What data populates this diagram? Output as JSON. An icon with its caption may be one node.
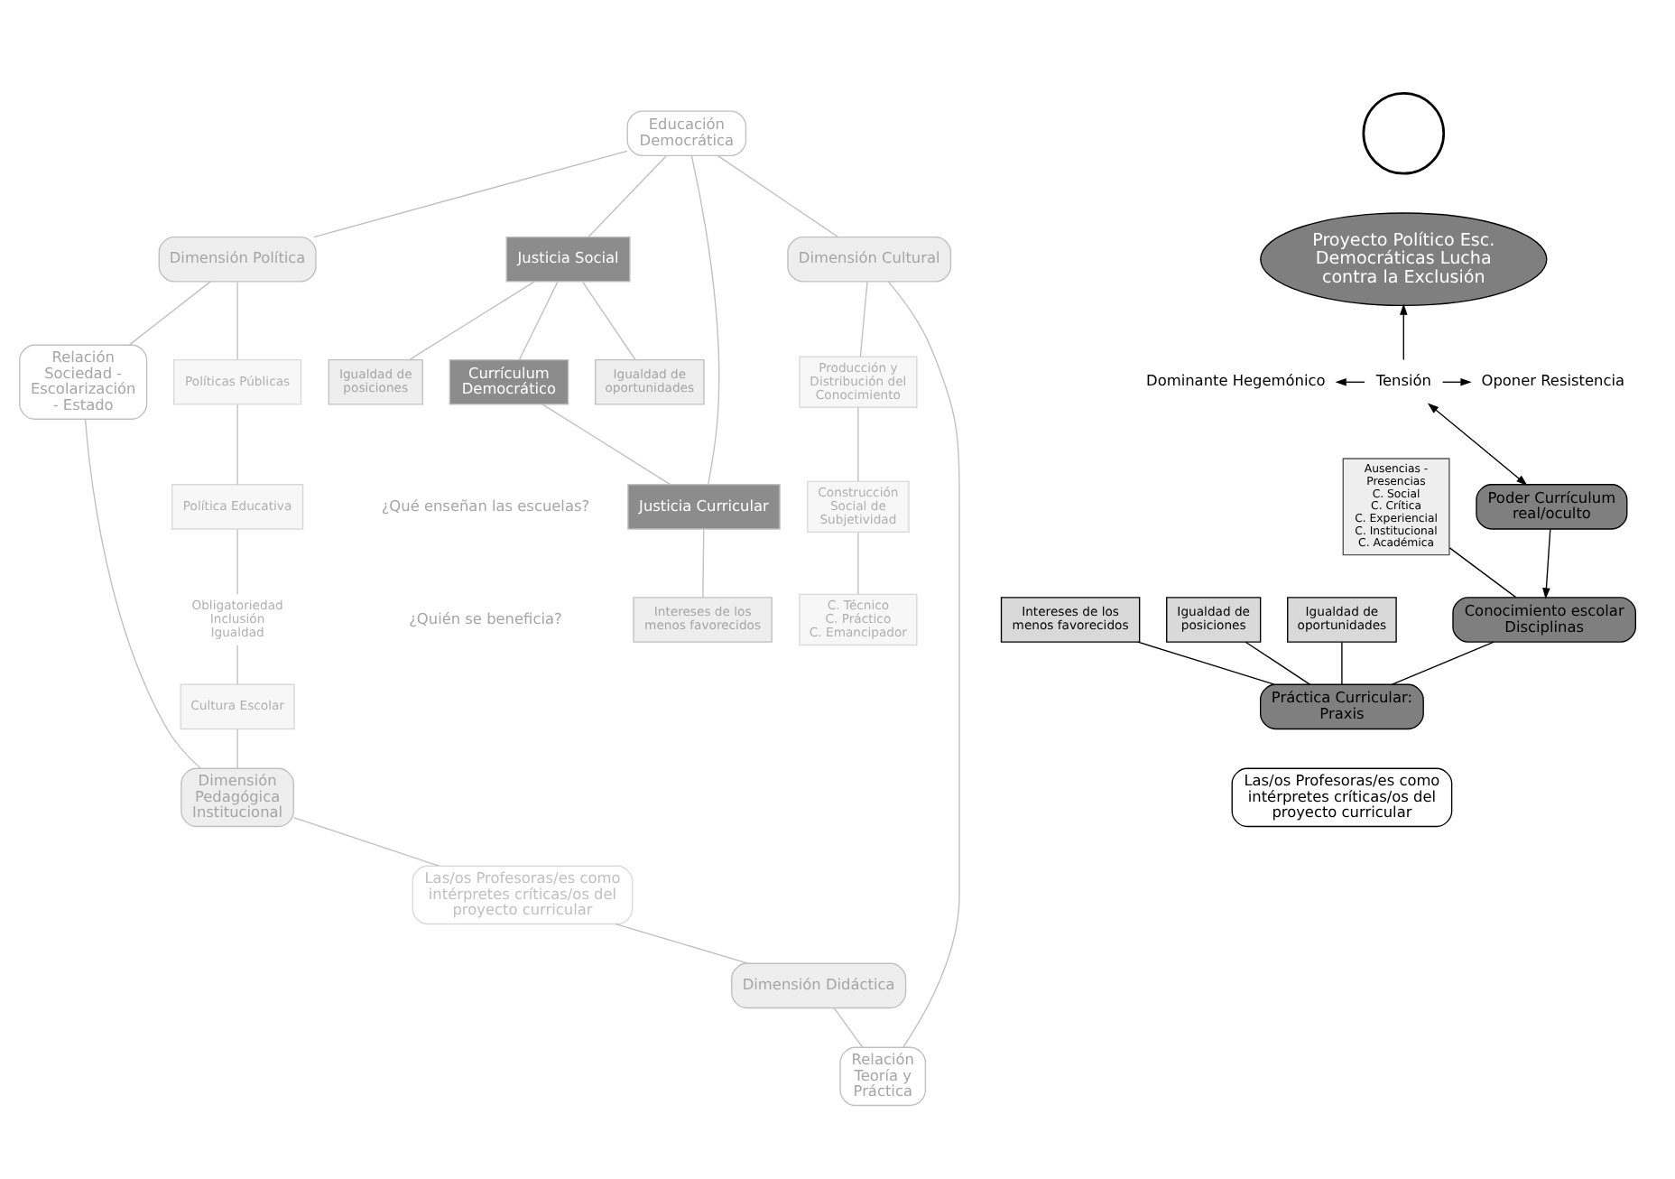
{
  "diagram": {
    "nodes": [
      {
        "text": [
          "Educación Democrática"
        ]
      },
      {
        "text": [
          "Dimensión Política"
        ]
      },
      {
        "text": [
          "Justicia Social"
        ]
      },
      {
        "text": [
          "Currículum Democrático"
        ]
      },
      {
        "text": [
          "Justicia Curricular"
        ]
      },
      {
        "text": [
          "Dimensión Cultural"
        ]
      },
      {
        "text": [
          "Relación Sociedad - Escolarización - Estado"
        ]
      },
      {
        "text": [
          "Políticas Públicas"
        ]
      },
      {
        "text": [
          "Política Educativa"
        ]
      },
      {
        "text": [
          "Obligatoriedad",
          "Inclusión",
          "Igualdad"
        ]
      },
      {
        "text": [
          "Igualdad de oportunidades"
        ]
      },
      {
        "text": [
          "Igualdad de posiciones"
        ]
      },
      {
        "text": [
          "Intereses de los menos favorecidos"
        ]
      },
      {
        "text": [
          "Producción y Distribución del Conocimiento"
        ]
      },
      {
        "text": [
          "Construcción Social de Subjetividad"
        ]
      },
      {
        "text": [
          "C. Técnico",
          "C. Práctico",
          "C. Emancipador"
        ]
      },
      {
        "text": [
          "Relación Teoría y Práctica"
        ]
      },
      {
        "text": [
          "Cultura Escolar"
        ]
      },
      {
        "text": [
          "Dimensión Pedagógica Institucional"
        ]
      },
      {
        "text": [
          "Las/os Profesoras/es como intérpretes críticas/os del proyecto curricular"
        ]
      },
      {
        "text": [
          "Dimensión Didáctica"
        ]
      },
      {
        "text": [],
        "shape": "circle"
      },
      {
        "text": [
          "Proyecto Político Esc. Democráticas Lucha contra la Exclusión"
        ]
      },
      {
        "text": [
          "Tensión"
        ]
      },
      {
        "text": [
          "Dominante Hegemónico"
        ]
      },
      {
        "text": [
          "Oponer Resistencia"
        ]
      },
      {
        "text": [
          "Poder Currículum real/oculto"
        ]
      },
      {
        "text": [
          "Conocimiento escolar Disciplinas"
        ]
      },
      {
        "text": [
          "Práctica Curricular: Praxis"
        ]
      },
      {
        "text": [
          "Ausencias - Presencias",
          "C. Social",
          "C. Crítica",
          "C. Experiencial",
          "C. Institucional",
          "C. Académica"
        ]
      },
      {
        "text": [
          "Igualdad de oportunidades"
        ]
      },
      {
        "text": [
          "Igualdad de posiciones"
        ]
      },
      {
        "text": [
          "Intereses de los menos favorecidos"
        ]
      },
      {
        "text": [
          "Las/os Profesoras/es como intérpretes críticas/os del proyecto curricular"
        ]
      }
    ],
    "edges": [
      {
        "from": 0,
        "to": 1,
        "arrow": "none"
      },
      {
        "from": 0,
        "to": 2,
        "arrow": "none"
      },
      {
        "from": 0,
        "to": 4,
        "arrow": "none"
      },
      {
        "from": 0,
        "to": 5,
        "arrow": "none"
      },
      {
        "from": 2,
        "to": 3,
        "arrow": "none"
      },
      {
        "from": 3,
        "to": 4,
        "arrow": "none"
      },
      {
        "from": 1,
        "to": 6,
        "arrow": "none"
      },
      {
        "from": 1,
        "to": 7,
        "arrow": "none"
      },
      {
        "from": 7,
        "to": 8,
        "arrow": "none"
      },
      {
        "from": 8,
        "to": 9,
        "arrow": "none"
      },
      {
        "from": 9,
        "to": 17,
        "arrow": "none"
      },
      {
        "from": 17,
        "to": 18,
        "arrow": "none"
      },
      {
        "from": 6,
        "to": 18,
        "arrow": "none"
      },
      {
        "from": 18,
        "to": 19,
        "arrow": "none"
      },
      {
        "from": 19,
        "to": 20,
        "arrow": "none"
      },
      {
        "from": 20,
        "to": 16,
        "arrow": "none"
      },
      {
        "from": 5,
        "to": 16,
        "arrow": "none"
      },
      {
        "from": 5,
        "to": 13,
        "arrow": "none"
      },
      {
        "from": 13,
        "to": 14,
        "arrow": "none"
      },
      {
        "from": 14,
        "to": 15,
        "arrow": "none"
      },
      {
        "from": 2,
        "to": 10,
        "arrow": "none"
      },
      {
        "from": 2,
        "to": 11,
        "arrow": "none"
      },
      {
        "from": 4,
        "to": 12,
        "arrow": "none"
      },
      {
        "from": 23,
        "to": 22,
        "arrow": "to",
        "color": "#000000"
      },
      {
        "from": 23,
        "to": 24,
        "arrow": "to",
        "color": "#000000"
      },
      {
        "from": 23,
        "to": 25,
        "arrow": "to",
        "color": "#000000"
      },
      {
        "from": 23,
        "to": 26,
        "arrow": "both",
        "color": "#000000"
      },
      {
        "from": 26,
        "to": 27,
        "arrow": "to",
        "color": "#000000"
      },
      {
        "from": 27,
        "to": 28,
        "arrow": "none",
        "color": "#000000"
      },
      {
        "from": 29,
        "to": 27,
        "arrow": "none",
        "color": "#000000"
      },
      {
        "from": 30,
        "to": 28,
        "arrow": "none",
        "color": "#000000"
      },
      {
        "from": 31,
        "to": 28,
        "arrow": "none",
        "color": "#000000"
      },
      {
        "from": 32,
        "to": 28,
        "arrow": "none",
        "color": "#000000"
      }
    ],
    "labels": [
      "¿Qué enseñan las escuelas?",
      "¿Quién se beneficia?"
    ]
  }
}
